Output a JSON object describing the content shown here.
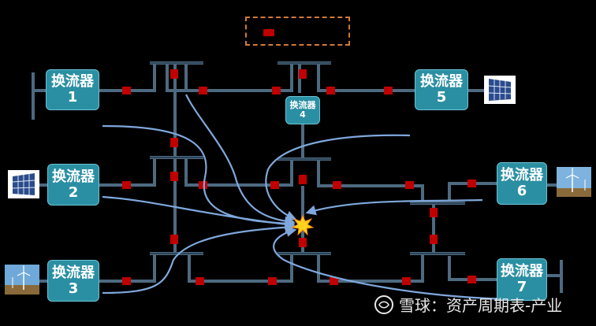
{
  "converters": [
    {
      "label": "换流器",
      "num": "1"
    },
    {
      "label": "换流器",
      "num": "2"
    },
    {
      "label": "换流器",
      "num": "3"
    },
    {
      "label": "换流器",
      "num": "4"
    },
    {
      "label": "换流器",
      "num": "5"
    },
    {
      "label": "换流器",
      "num": "6"
    },
    {
      "label": "换流器",
      "num": "7"
    }
  ],
  "watermark": "雪球：资产周期表-产业",
  "colors": {
    "background": "#000000",
    "converter": "#2b8fa3",
    "breaker": "#c00000",
    "bus": "#4d6a80",
    "fault_arrow": "#7fa8dc",
    "fault": "#ffd21f",
    "legend_border": "#d07a3a"
  },
  "icons": {
    "sources": [
      "pv-panel-icon",
      "pv-panel-icon",
      "wind-turbine-icon",
      "wind-turbine-icon"
    ],
    "fault": "fault-spark-icon"
  }
}
